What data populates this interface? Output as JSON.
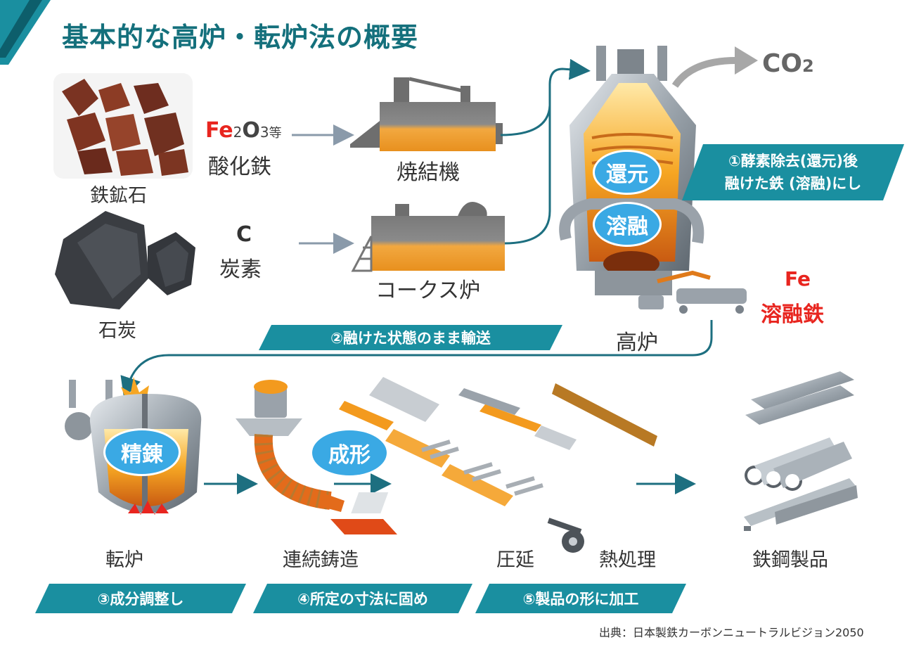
{
  "title": "基本的な高炉・転炉法の概要",
  "materials": {
    "ore_label": "鉄鉱石",
    "coal_label": "石炭",
    "fe_prefix": "Fe",
    "fe_sub1": "2",
    "fe_o": "O",
    "fe_sub2": "3",
    "fe_suffix": "等",
    "iron_oxide": "酸化鉄",
    "carbon_symbol": "C",
    "carbon_name": "炭素"
  },
  "equipment": {
    "sinter": "焼結機",
    "coke_oven": "コークス炉",
    "blast_furnace": "高炉",
    "converter": "転炉",
    "casting": "連続鋳造",
    "rolling": "圧延",
    "heat_treatment": "熱処理",
    "products": "鉄鋼製品"
  },
  "exhaust": {
    "co": "CO",
    "sub": "2"
  },
  "bubbles": {
    "reduction": "還元",
    "melting": "溶融",
    "refining": "精錬",
    "forming": "成形"
  },
  "molten_iron": {
    "symbol": "Fe",
    "name": "溶融鉄"
  },
  "steps": {
    "step1_line1": "①酵素除去(還元)後",
    "step1_line2": "融けた鉄 (溶融)にし",
    "step2": "②融けた状態のまま輸送",
    "step3": "③成分調整し",
    "step4": "④所定の寸法に固め",
    "step5": "⑤製品の形に加工"
  },
  "source": "出典：日本製鉄カーボンニュートラルビジョン2050",
  "colors": {
    "teal": "#1a8fa0",
    "title": "#14707c",
    "bubble": "#3aa9e4",
    "red": "#e8251f",
    "orange": "#f39a1e"
  }
}
